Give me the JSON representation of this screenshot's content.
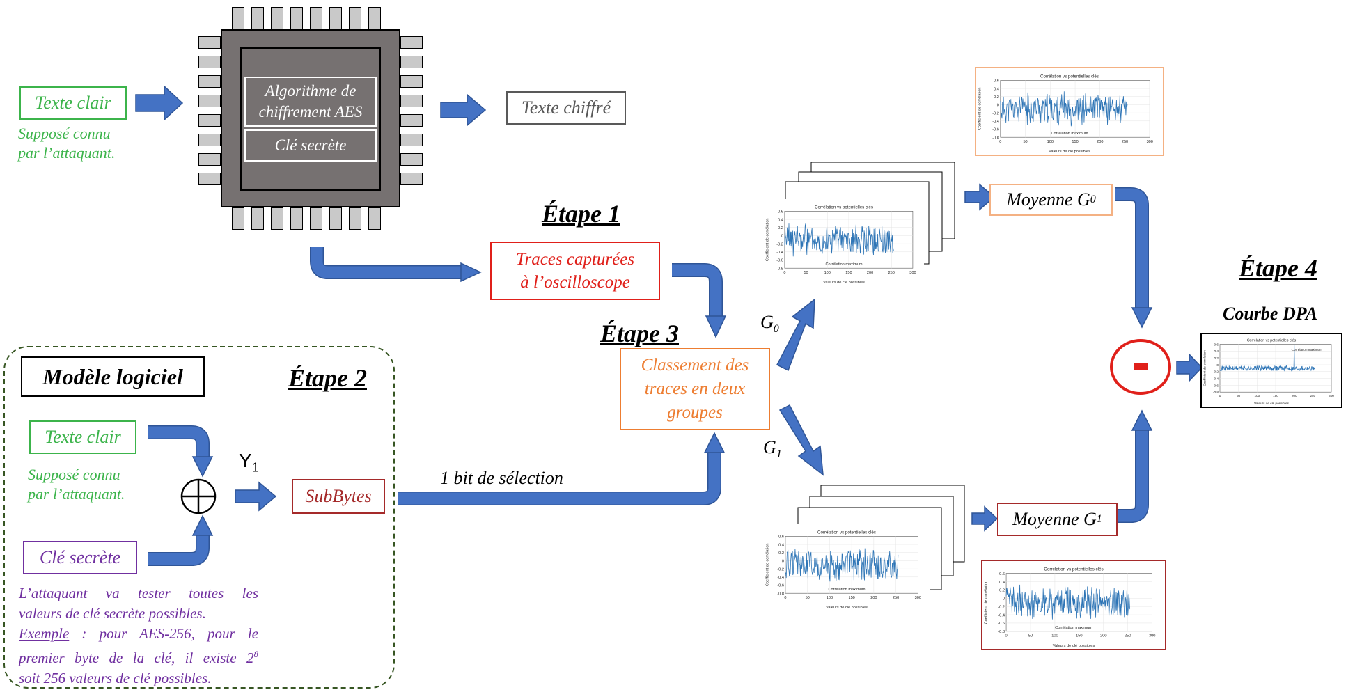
{
  "colors": {
    "arrow": "#4472C4",
    "arrow_edge": "#2F5597",
    "green": "#3CB44B",
    "red": "#E0201A",
    "orange": "#ED7D31",
    "purple": "#7030A0",
    "darkred": "#A52A2A",
    "gold": "#F4B183",
    "chip": "#767171",
    "gray_text": "#595959",
    "dashed_border": "#375623",
    "plot_line": "#2E75B6"
  },
  "chip": {
    "algorithm": "Algorithme de chiffrement AES",
    "key": "Clé secrète"
  },
  "top_flow": {
    "plaintext": "Texte clair",
    "plaintext_note_1": "Supposé connu",
    "plaintext_note_2": "par l’attaquant.",
    "ciphertext": "Texte chiffré"
  },
  "steps": {
    "step1": "Étape 1",
    "step2": "Étape 2",
    "step3": "Étape 3",
    "step4": "Étape 4"
  },
  "traces": {
    "line1": "Traces capturées",
    "line2": "à l’oscilloscope"
  },
  "classification": {
    "line1": "Classement des",
    "line2": "traces en deux",
    "line3": "groupes"
  },
  "groups": {
    "g0_base": "G",
    "g0_sub": "0",
    "g1_base": "G",
    "g1_sub": "1",
    "mean_g0_base": "Moyenne G",
    "mean_g0_sub": "0",
    "mean_g1_base": "Moyenne G",
    "mean_g1_sub": "1"
  },
  "software_model": {
    "title": "Modèle logiciel",
    "plaintext": "Texte clair",
    "note_1": "Supposé connu",
    "note_2": "par l’attaquant.",
    "key": "Clé secrète",
    "y_base": "Y",
    "y_sub": "1",
    "xor_symbol": "⊕",
    "subbytes": "SubBytes",
    "selection_bit": "1 bit de sélection",
    "attack_text_1": "L’attaquant va tester toutes les",
    "attack_text_2": "valeurs de clé secrète possibles.",
    "example_label": "Exemple",
    "attack_text_3": " : pour AES-256, pour le",
    "attack_text_4": "premier byte de la clé, il existe 2",
    "attack_text_4_sup": "8",
    "attack_text_5": "soit 256 valeurs de clé possibles."
  },
  "result": {
    "title": "Courbe DPA",
    "minus": "-"
  },
  "mini_plot": {
    "title": "Corrélation vs potentielles clés",
    "xlabel": "Valeurs de clé possibles",
    "ylabel": "Coefficient de corrélation",
    "annotation": "Corrélation maximum",
    "x_ticks": [
      "0",
      "50",
      "100",
      "150",
      "200",
      "250",
      "300"
    ],
    "y_ticks": [
      "0.6",
      "0.4",
      "0.2",
      "0",
      "-0.2",
      "-0.4",
      "-0.6",
      "-0.8"
    ]
  }
}
